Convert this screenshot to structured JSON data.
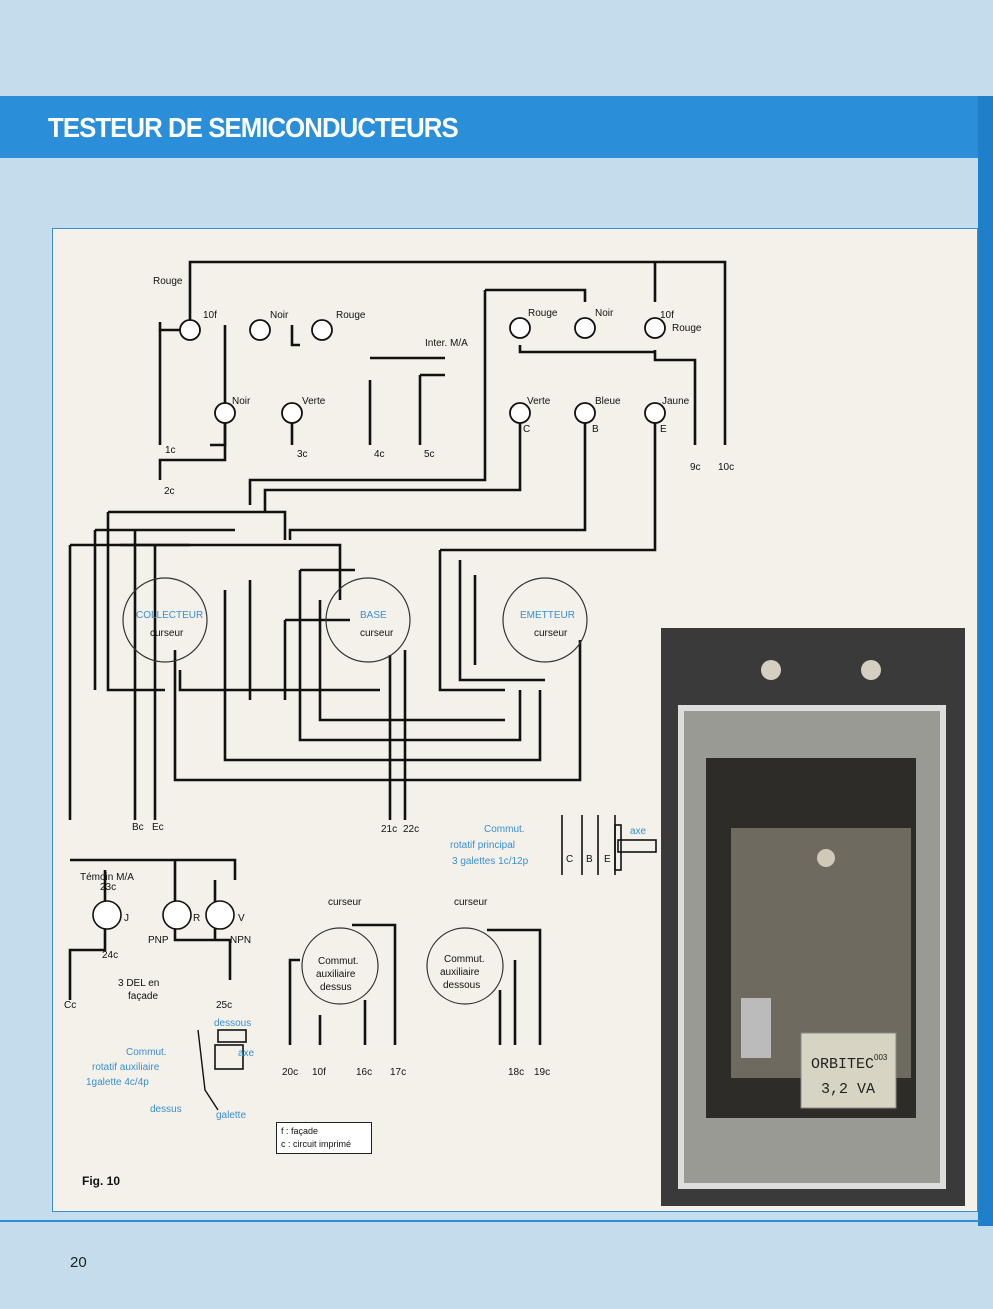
{
  "header": {
    "title": "TESTEUR DE SEMICONDUCTEURS"
  },
  "page_number": "20",
  "figure": {
    "label": "Fig. 10",
    "legend": {
      "line1": "f : façade",
      "line2": "c : circuit imprimé"
    },
    "top_labels": {
      "rouge_left": "Rouge",
      "f10_left": "10f",
      "noir_1": "Noir",
      "rouge_1": "Rouge",
      "noir_2": "Noir",
      "verte_1": "Verte",
      "inter": "Inter. M/A",
      "rouge_r": "Rouge",
      "noir_r": "Noir",
      "f10_right": "10f",
      "rouge_right": "Rouge",
      "verte_c": "Verte",
      "bleue_b": "Bleue",
      "jaune_e": "Jaune",
      "c": "C",
      "b": "B",
      "e": "E"
    },
    "connectors": {
      "c1": "1c",
      "c2": "2c",
      "c3": "3c",
      "c4": "4c",
      "c5": "5c",
      "c9": "9c",
      "c10": "10c",
      "bc": "Bc",
      "ec": "Ec",
      "c21": "21c",
      "c22": "22c",
      "c20": "20c",
      "f10": "10f",
      "c16": "16c",
      "c17": "17c",
      "c18": "18c",
      "c19": "19c",
      "cc": "Cc",
      "c23": "23c",
      "c24": "24c",
      "c25": "25c"
    },
    "switches": {
      "collecteur": "COLLECTEUR",
      "base": "BASE",
      "emetteur": "EMETTEUR",
      "curseur": "curseur",
      "aux_top_1": "Commut.",
      "aux_top_2": "auxiliaire",
      "aux_top_3": "dessus",
      "aux_bot_1": "Commut.",
      "aux_bot_2": "auxiliaire",
      "aux_bot_3": "dessous"
    },
    "leds": {
      "temoin": "Témoin M/A",
      "j": "J",
      "r": "R",
      "v": "V",
      "pnp": "PNP",
      "npn": "NPN",
      "caption_1": "3 DEL en",
      "caption_2": "façade"
    },
    "commut_main": {
      "l1": "Commut.",
      "l2": "rotatif principal",
      "l3": "3 galettes 1c/12p",
      "axe": "axe",
      "c": "C",
      "b": "B",
      "e": "E"
    },
    "commut_aux": {
      "l1": "Commut.",
      "l2": "rotatif auxiliaire",
      "l3": "1galette 4c/4p",
      "axe": "axe",
      "dessous": "dessous",
      "dessus": "dessus",
      "galette": "galette"
    },
    "photo": {
      "label_1": "ORBITEC",
      "label_num": "003",
      "label_2": "3,2 VA"
    }
  },
  "colors": {
    "accent": "#2a8fd8",
    "line": "#111111",
    "blue_text": "#3a8fd0"
  }
}
